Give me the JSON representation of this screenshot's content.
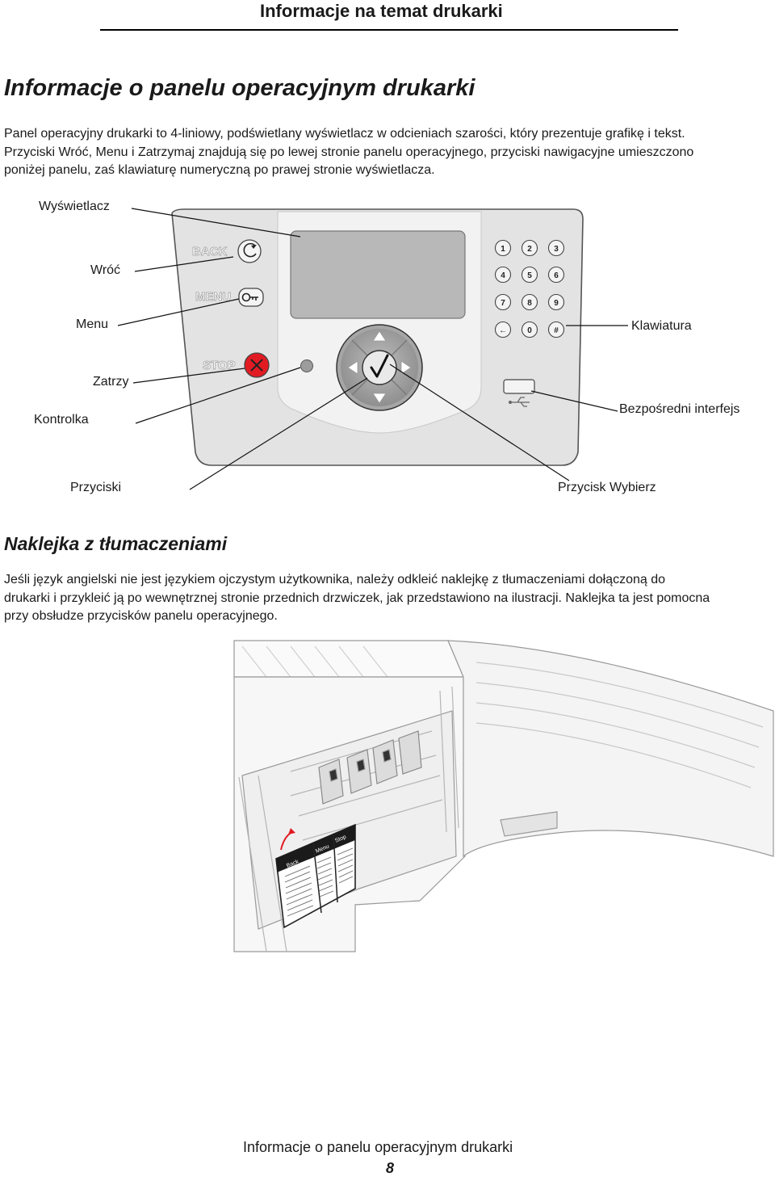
{
  "header": {
    "title": "Informacje na temat drukarki"
  },
  "section1": {
    "heading": "Informacje o panelu operacyjnym drukarki",
    "lines": [
      "Panel operacyjny drukarki to 4-liniowy, podświetlany wyświetlacz w odcieniach szarości, który prezentuje grafikę i tekst.",
      "Przyciski Wróć, Menu i Zatrzymaj znajdują się po lewej stronie panelu operacyjnego, przyciski nawigacyjne umieszczono",
      "poniżej panelu, zaś klawiaturę numeryczną po prawej stronie wyświetlacza."
    ]
  },
  "panel": {
    "callouts": {
      "display": "Wyświetlacz",
      "back": "Wróć",
      "menu": "Menu",
      "stop": "Zatrzy",
      "indicator": "Kontrolka",
      "buttons": "Przyciski",
      "keypad": "Klawiatura",
      "direct_interface": "Bezpośredni interfejs",
      "select_button": "Przycisk Wybierz"
    },
    "buttons": {
      "back": "BACK",
      "menu": "MENU",
      "stop": "STOP"
    },
    "keypad": [
      "1",
      "2",
      "3",
      "4",
      "5",
      "6",
      "7",
      "8",
      "9",
      "←",
      "0",
      "#"
    ]
  },
  "section2": {
    "heading": "Naklejka z tłumaczeniami",
    "lines": [
      "Jeśli język angielski nie jest językiem ojczystym użytkownika, należy odkleić naklejkę z tłumaczeniami dołączoną do",
      "drukarki i przykleić ją po wewnętrznej stronie przednich drzwiczek, jak przedstawiono na ilustracji. Naklejka ta jest pomocna",
      "przy obsłudze przycisków panelu operacyjnego."
    ]
  },
  "sticker": {
    "back": "Back",
    "menu": "Menu",
    "stop": "Stop"
  },
  "footer": {
    "title": "Informacje o panelu operacyjnym drukarki",
    "page": "8"
  }
}
